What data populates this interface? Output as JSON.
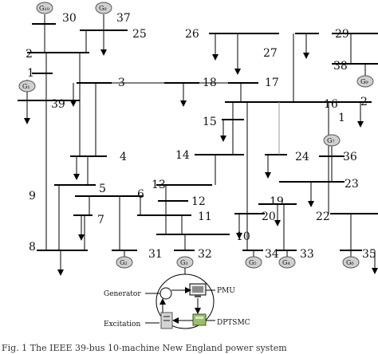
{
  "buses": {
    "b1": "1",
    "b2": "2",
    "b2b": "2",
    "b1b": "1",
    "b3": "3",
    "b4": "4",
    "b5": "5",
    "b6": "6",
    "b7": "7",
    "b8": "8",
    "b9": "9",
    "b10": "10",
    "b11": "11",
    "b12": "12",
    "b13": "13",
    "b14": "14",
    "b15": "15",
    "b16": "16",
    "b17": "17",
    "b18": "18",
    "b19": "19",
    "b20": "20",
    "b22": "22",
    "b23": "23",
    "b24": "24",
    "b25": "25",
    "b26": "26",
    "b27": "27",
    "b29": "29",
    "b30": "30",
    "b31": "31",
    "b32": "32",
    "b33": "33",
    "b34": "34",
    "b35": "35",
    "b36": "36",
    "b37": "37",
    "b38": "38",
    "b39": "39"
  },
  "generators": {
    "g1": "G₁",
    "g2": "G₂",
    "g3": "G₃",
    "g4": "G₄",
    "g5": "G₅",
    "g6": "G₆",
    "g7": "G₇",
    "g8": "G₈",
    "g9": "G₉",
    "g10": "G₁₀"
  },
  "inset": {
    "generator": "Generator",
    "pmu": "PMU",
    "excitation": "Excitation",
    "controller": "DPTSMC"
  },
  "caption": "Fig. 1    The IEEE 39-bus 10-machine New England power system"
}
